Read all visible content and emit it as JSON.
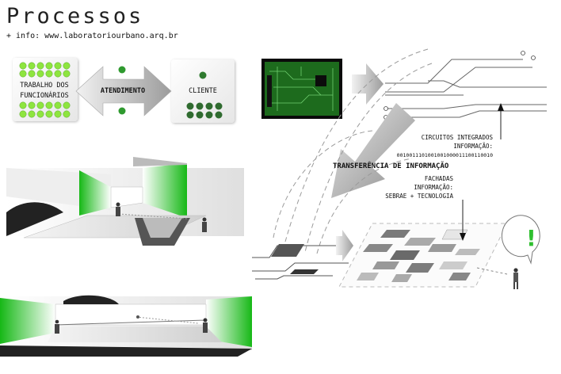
{
  "header": {
    "title": "Processos",
    "info": "+ info: www.laboratoriourbano.arq.br"
  },
  "flow": {
    "left_label_line1": "TRABALHO DOS",
    "left_label_line2": "FUNCIONÁRIOS",
    "middle_label": "ATENDIMENTO",
    "right_label": "CLIENTE"
  },
  "annotations": {
    "circuits_line1": "CIRCUITOS INTEGRADOS",
    "circuits_line2": "INFORMAÇÃO:",
    "circuits_binary": "0010011101001001000011100110010",
    "transfer": "TRANSFERÊNCIA DE INFORMAÇÃO",
    "facades_line1": "FACHADAS",
    "facades_line2": "INFORMAÇÃO:",
    "facades_line3": "SEBRAE + TECNOLOGIA",
    "exclaim": "!"
  },
  "colors": {
    "green_light": "#8ee53f",
    "green_dark": "#2f6b2f",
    "green_accent": "#2fbf2f",
    "gray": "#9a9a9a"
  }
}
